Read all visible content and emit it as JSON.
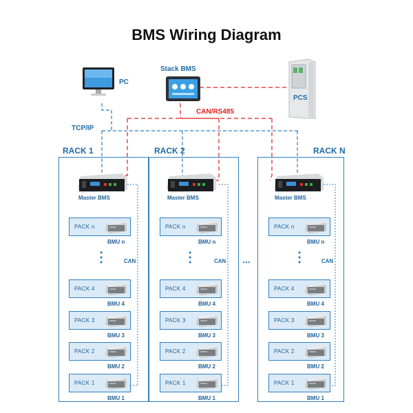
{
  "title": "BMS Wiring Diagram",
  "nodes": {
    "pc": "PC",
    "stack_bms": "Stack BMS",
    "pcs": "PCS"
  },
  "links": {
    "tcp_ip": "TCP/IP",
    "can_rs485": "CAN/RS485"
  },
  "racks": [
    {
      "name": "RACK 1",
      "master": "Master BMS",
      "bus": "CAN",
      "packs": [
        {
          "pack": "PACK  n",
          "bmu": "BMU  n"
        },
        {
          "pack": "PACK  4",
          "bmu": "BMU  4"
        },
        {
          "pack": "PACK  3",
          "bmu": "BMU  3"
        },
        {
          "pack": "PACK  2",
          "bmu": "BMU  2"
        },
        {
          "pack": "PACK  1",
          "bmu": "BMU  1"
        }
      ]
    },
    {
      "name": "RACK 2",
      "master": "Master BMS",
      "bus": "CAN",
      "packs": [
        {
          "pack": "PACK  n",
          "bmu": "BMU  n"
        },
        {
          "pack": "PACK  4",
          "bmu": "BMU  4"
        },
        {
          "pack": "PACK  3",
          "bmu": "BMU  3"
        },
        {
          "pack": "PACK  2",
          "bmu": "BMU  2"
        },
        {
          "pack": "PACK  1",
          "bmu": "BMU  1"
        }
      ]
    },
    {
      "name": "RACK N",
      "master": "Master BMS",
      "bus": "CAN",
      "packs": [
        {
          "pack": "PACK  n",
          "bmu": "BMU  n"
        },
        {
          "pack": "PACK  4",
          "bmu": "BMU  4"
        },
        {
          "pack": "PACK  3",
          "bmu": "BMU  3"
        },
        {
          "pack": "PACK  2",
          "bmu": "BMU  2"
        },
        {
          "pack": "PACK  1",
          "bmu": "BMU  1"
        }
      ]
    }
  ],
  "ellipsis": "...",
  "colors": {
    "accent_blue": "#2e7fc0",
    "label_blue": "#1f6aa5",
    "can_red": "#e02020",
    "pack_fill": "#dbeaf7"
  }
}
